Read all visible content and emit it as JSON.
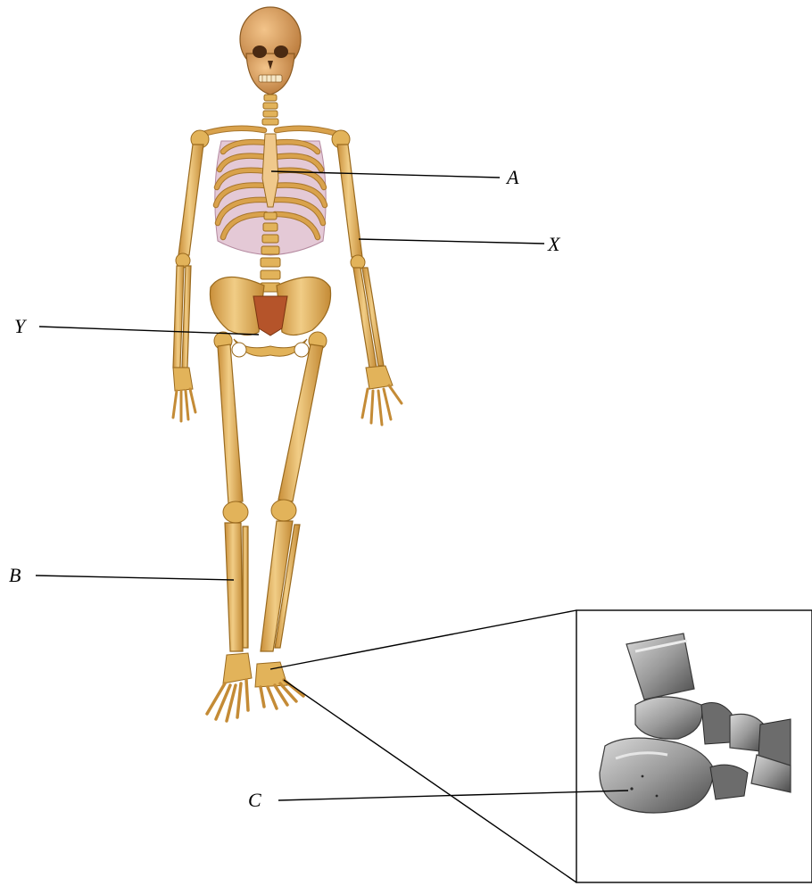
{
  "labels": {
    "a": "A",
    "x": "X",
    "y": "Y",
    "b": "B",
    "c": "C"
  },
  "colors": {
    "bone": "#e8b866",
    "bone_shadow": "#b07a2a",
    "cartilage": "#e4c9d6",
    "inset_grey": "#8a8a8a"
  }
}
